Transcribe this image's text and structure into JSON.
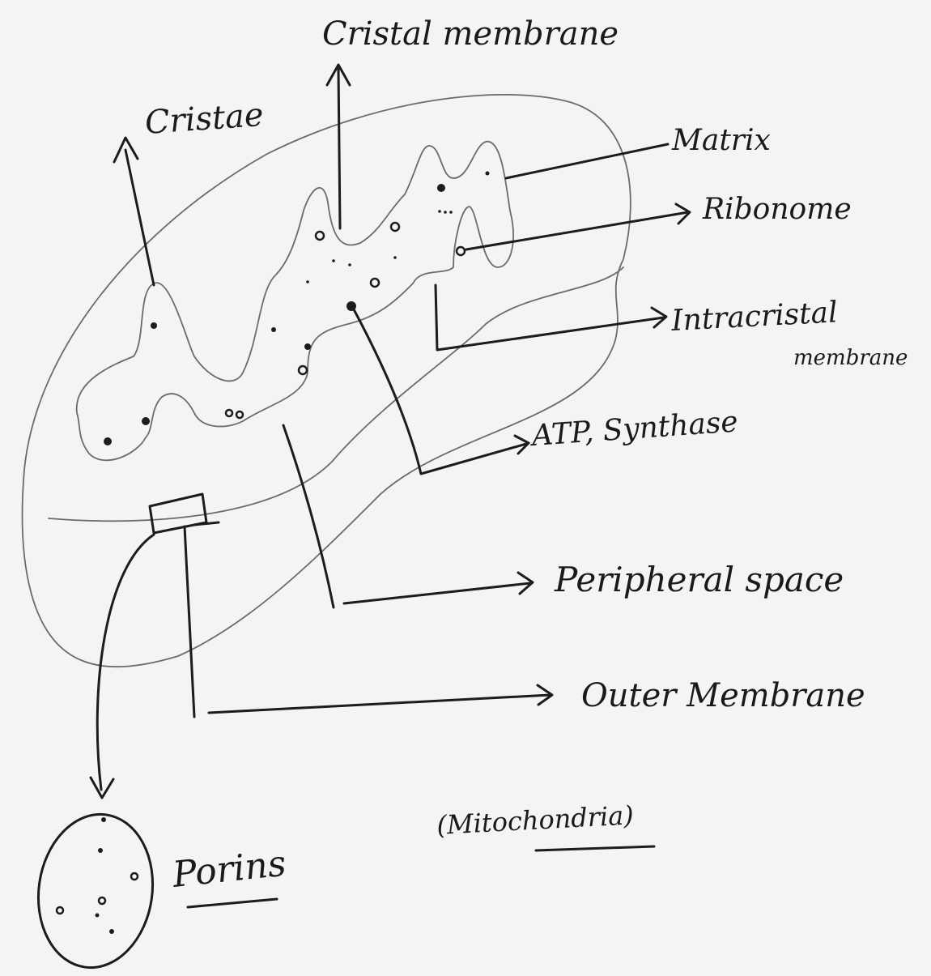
{
  "labels": {
    "cristal_membrane": "Cristal membrane",
    "cristae": "Cristae",
    "matrix": "Matrix",
    "ribonome": "Ribonome",
    "intracristal_line1": "Intracristal",
    "intracristal_line2": "membrane",
    "atp_synthase": "ATP, Synthase",
    "peripheral_space": "Peripheral space",
    "outer_membrane": "Outer Membrane",
    "caption": "(Mitochondria)",
    "porins": "Porins"
  },
  "colors": {
    "ink": "#1c1c1c",
    "pencil": "#6b6b6b",
    "paper": "#f4f4f4"
  }
}
